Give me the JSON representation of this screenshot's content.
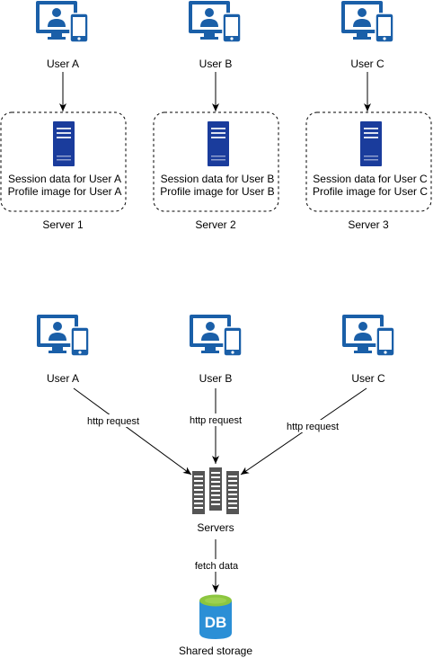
{
  "colors": {
    "monitor": "#1a5fa8",
    "monitor_dark": "#0d4a8a",
    "screen": "#ffffff",
    "server_blue": "#1a3c9c",
    "rack_gray": "#555555",
    "db_green": "#8cc63f",
    "db_blue": "#2b8fd6",
    "line": "#000000"
  },
  "top": {
    "users": [
      {
        "label": "User A"
      },
      {
        "label": "User B"
      },
      {
        "label": "User C"
      }
    ],
    "servers": [
      {
        "line1": "Session data for User A",
        "line2": "Profile image for User A",
        "label": "Server 1"
      },
      {
        "line1": "Session data for User B",
        "line2": "Profile image for User B",
        "label": "Server 2"
      },
      {
        "line1": "Session data for User C",
        "line2": "Profile image for User C",
        "label": "Server 3"
      }
    ]
  },
  "bottom": {
    "users": [
      {
        "label": "User A"
      },
      {
        "label": "User B"
      },
      {
        "label": "User C"
      }
    ],
    "edges": [
      {
        "label": "http request"
      },
      {
        "label": "http request"
      },
      {
        "label": "http request"
      }
    ],
    "servers_label": "Servers",
    "fetch_label": "fetch data",
    "storage_label": "Shared storage",
    "db_text": "DB"
  }
}
